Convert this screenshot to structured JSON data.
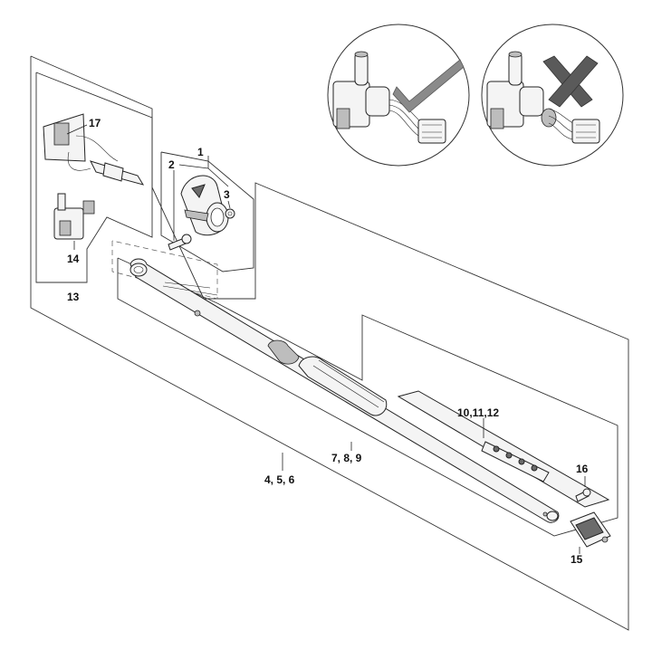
{
  "colors": {
    "check_mark": "#8a8a8a",
    "cross_mark": "#5a5a5a",
    "line": "#222222"
  },
  "callouts": {
    "c1": "1",
    "c2": "2",
    "c3": "3",
    "c456": "4, 5, 6",
    "c789": "7, 8, 9",
    "c101112": "10,11,12",
    "c13": "13",
    "c14": "14",
    "c15": "15",
    "c16": "16",
    "c17": "17"
  },
  "inset_correct": {
    "icon": "check-mark-icon"
  },
  "inset_incorrect": {
    "icon": "cross-mark-icon"
  }
}
